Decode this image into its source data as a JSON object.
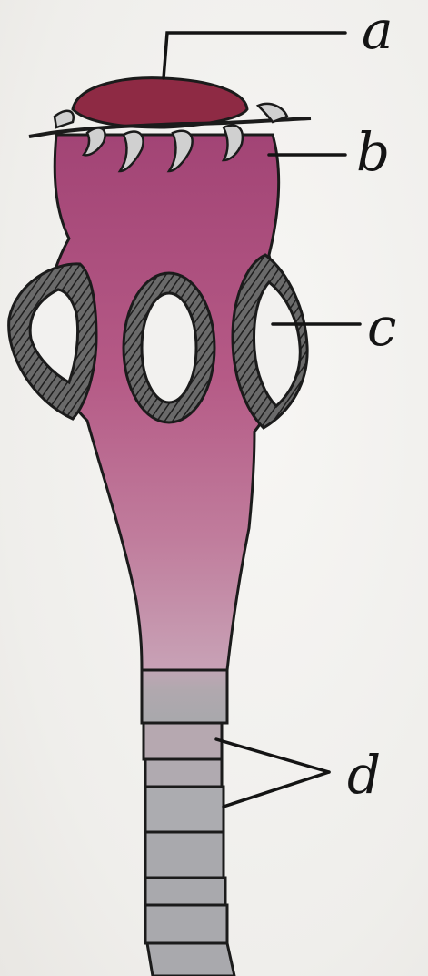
{
  "labels": {
    "a": "a",
    "b": "b",
    "c": "c",
    "d": "d"
  },
  "colors": {
    "rostellum": "#8e2a44",
    "scolex_body": "#b0507c",
    "neck": "#c58aa4",
    "proglottid": "#a9a9ad",
    "hook": "#d4d4d4",
    "sucker_rim": "#3b3b3b",
    "outline": "#1b1b1b"
  }
}
